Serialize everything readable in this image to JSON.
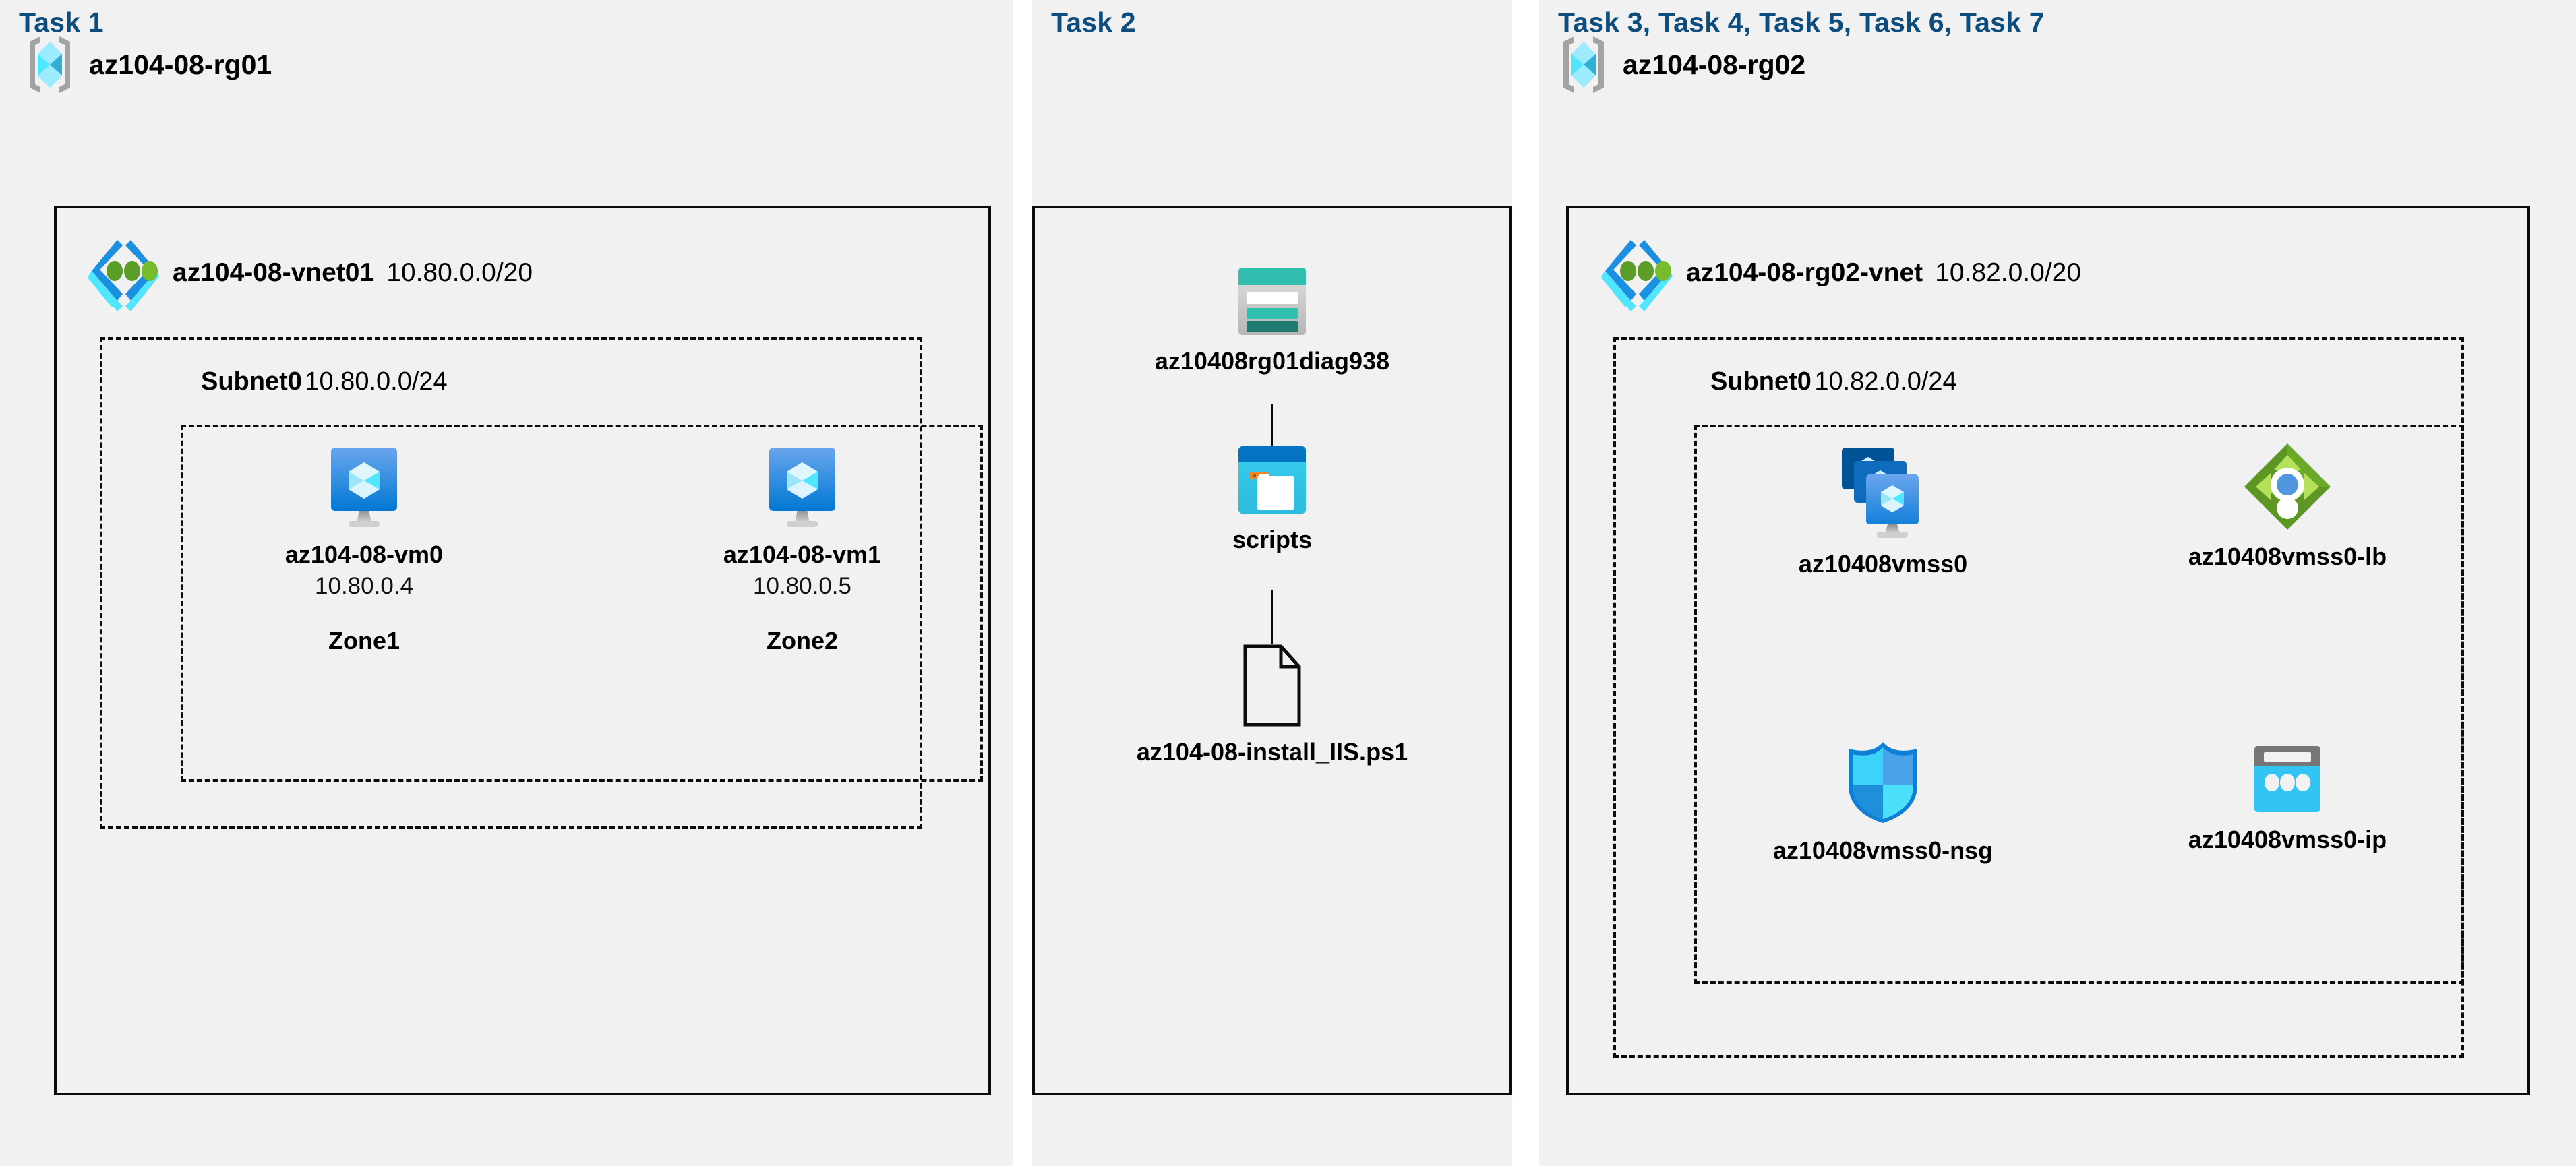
{
  "panels": [
    {
      "title": "Task 1",
      "resource_group": {
        "name": "az104-08-rg01",
        "icon": "resource-group-icon"
      },
      "vnet": {
        "name": "az104-08-vnet01",
        "cidr": "10.80.0.0/20",
        "icon": "virtual-network-icon"
      },
      "subnet": {
        "name": "Subnet0",
        "cidr": "10.80.0.0/24"
      },
      "vms": [
        {
          "name": "az104-08-vm0",
          "ip": "10.80.0.4",
          "zone": "Zone1",
          "icon": "virtual-machine-icon"
        },
        {
          "name": "az104-08-vm1",
          "ip": "10.80.0.5",
          "zone": "Zone2",
          "icon": "virtual-machine-icon"
        }
      ]
    },
    {
      "title": "Task 2",
      "storage_account": {
        "name": "az10408rg01diag938",
        "icon": "storage-account-icon"
      },
      "container": {
        "name": "scripts",
        "icon": "blob-container-icon"
      },
      "file": {
        "name": "az104-08-install_IIS.ps1",
        "icon": "script-file-icon"
      }
    },
    {
      "title": "Task 3, Task 4, Task 5, Task 6, Task 7",
      "resource_group": {
        "name": "az104-08-rg02",
        "icon": "resource-group-icon"
      },
      "vnet": {
        "name": "az104-08-rg02-vnet",
        "cidr": "10.82.0.0/20",
        "icon": "virtual-network-icon"
      },
      "subnet": {
        "name": "Subnet0",
        "cidr": "10.82.0.0/24"
      },
      "resources": [
        {
          "name": "az10408vmss0",
          "icon": "vm-scale-set-icon"
        },
        {
          "name": "az10408vmss0-lb",
          "icon": "load-balancer-icon"
        },
        {
          "name": "az10408vmss0-nsg",
          "icon": "network-security-group-icon"
        },
        {
          "name": "az10408vmss0-ip",
          "icon": "public-ip-address-icon"
        }
      ]
    }
  ],
  "colors": {
    "panel_background": "#f1f1f1",
    "page_background": "#ffffff",
    "task_title": "#0d4d7d",
    "border": "#0b0b0b",
    "azure_blue": "#0078d4",
    "azure_cyan": "#50e6ff",
    "storage_teal": "#32bfb0",
    "lb_green": "#76bc2d",
    "nsg_blue": "#0f7fd6",
    "grey": "#9d9d9d"
  }
}
